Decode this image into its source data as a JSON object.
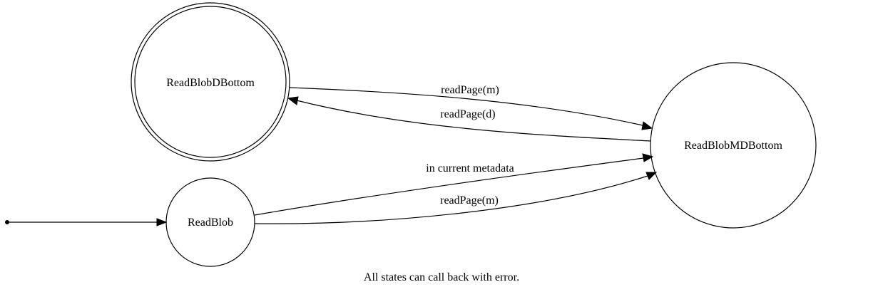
{
  "states": {
    "read_blob_d_bottom": "ReadBlobDBottom",
    "read_blob_md_bottom": "ReadBlobMDBottom",
    "read_blob": "ReadBlob"
  },
  "transitions": {
    "d_to_md": "readPage(m)",
    "md_to_d": "readPage(d)",
    "blob_to_md_metadata": "in current metadata",
    "blob_to_md_readpage": "readPage(m)"
  },
  "footnote": "All states can call back with error."
}
